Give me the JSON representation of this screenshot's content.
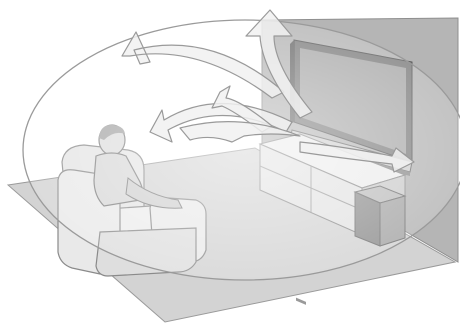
{
  "figure": {
    "subject": "soundbar-surround-room-illustration",
    "icons": [
      "floor",
      "wall",
      "tv",
      "tv-stand",
      "soundbar",
      "subwoofer",
      "armchair",
      "listener",
      "sound-field-ellipse",
      "sound-beam-arrows"
    ],
    "colors": {
      "floor": "#d3d3d3",
      "wall": "#b5b5b5",
      "furniture": "#e4e4e4",
      "outline": "#8a8a8a",
      "screen": "#a9a9a9",
      "subwoofer": "#9d9d9d",
      "arrow_fill": "#f1f1f1",
      "arrow_stroke": "#9a9a9a"
    },
    "labels": []
  }
}
